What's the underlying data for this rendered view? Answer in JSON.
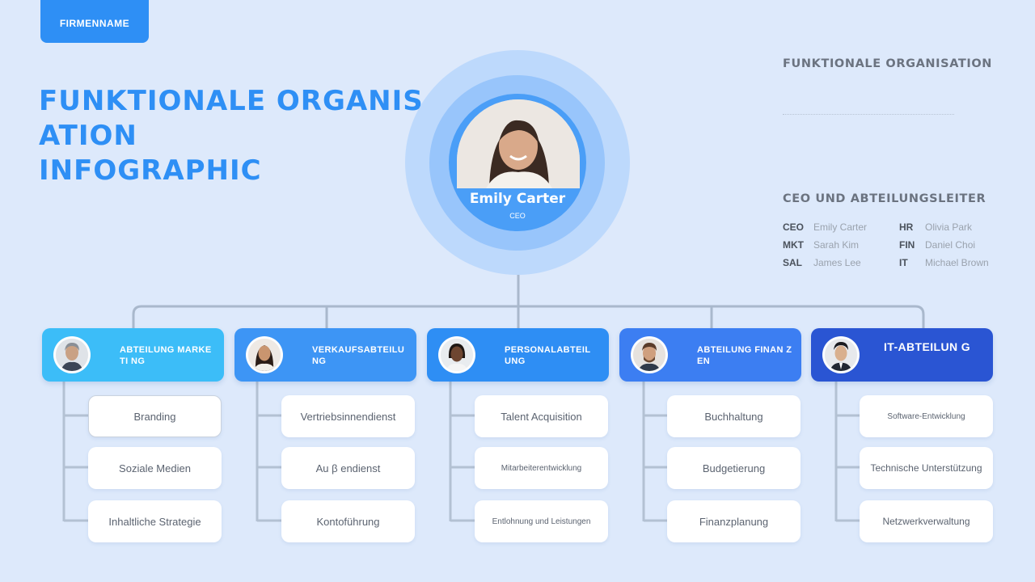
{
  "company": "FIRMENNAME",
  "title_lines": [
    "FUNKTIONALE ORGANIS",
    "ATION",
    "INFOGRAPHIC"
  ],
  "ceo": {
    "name": "Emily Carter",
    "role": "CEO"
  },
  "right_panel": {
    "heading": "FUNKTIONALE ORGANISATION",
    "leaders_heading": "CEO UND ABTEILUNGSLEITER",
    "leaders": [
      {
        "code": "CEO",
        "name": "Emily Carter"
      },
      {
        "code": "HR",
        "name": "Olivia Park"
      },
      {
        "code": "MKT",
        "name": "Sarah Kim"
      },
      {
        "code": "FIN",
        "name": "Daniel Choi"
      },
      {
        "code": "SAL",
        "name": "James Lee"
      },
      {
        "code": "IT",
        "name": "Michael Brown"
      }
    ]
  },
  "colors": {
    "marketing": "#3cbdf8",
    "sales": "#3d95f5",
    "hr": "#2e8ef4",
    "finance": "#3c7ef2",
    "it": "#2a55d3"
  },
  "departments": [
    {
      "name": "ABTEILUNG MARKETI NG",
      "items": [
        "Branding",
        "Soziale Medien",
        "Inhaltliche Strategie"
      ]
    },
    {
      "name": "VERKAUFSABTEILU NG",
      "items": [
        "Vertriebsinnendienst",
        "Au β endienst",
        "Kontoführung"
      ]
    },
    {
      "name": "PERSONALABTEIL UNG",
      "items": [
        "Talent Acquisition",
        "Mitarbeiterentwicklung",
        "Entlohnung und Leistungen"
      ]
    },
    {
      "name": "ABTEILUNG FINAN ZEN",
      "items": [
        "Buchhaltung",
        "Budgetierung",
        "Finanzplanung"
      ]
    },
    {
      "name": "IT-ABTEILUN G",
      "items": [
        "Software-Entwicklung",
        "Technische Unterstützung",
        "Netzwerkverwaltung"
      ]
    }
  ]
}
